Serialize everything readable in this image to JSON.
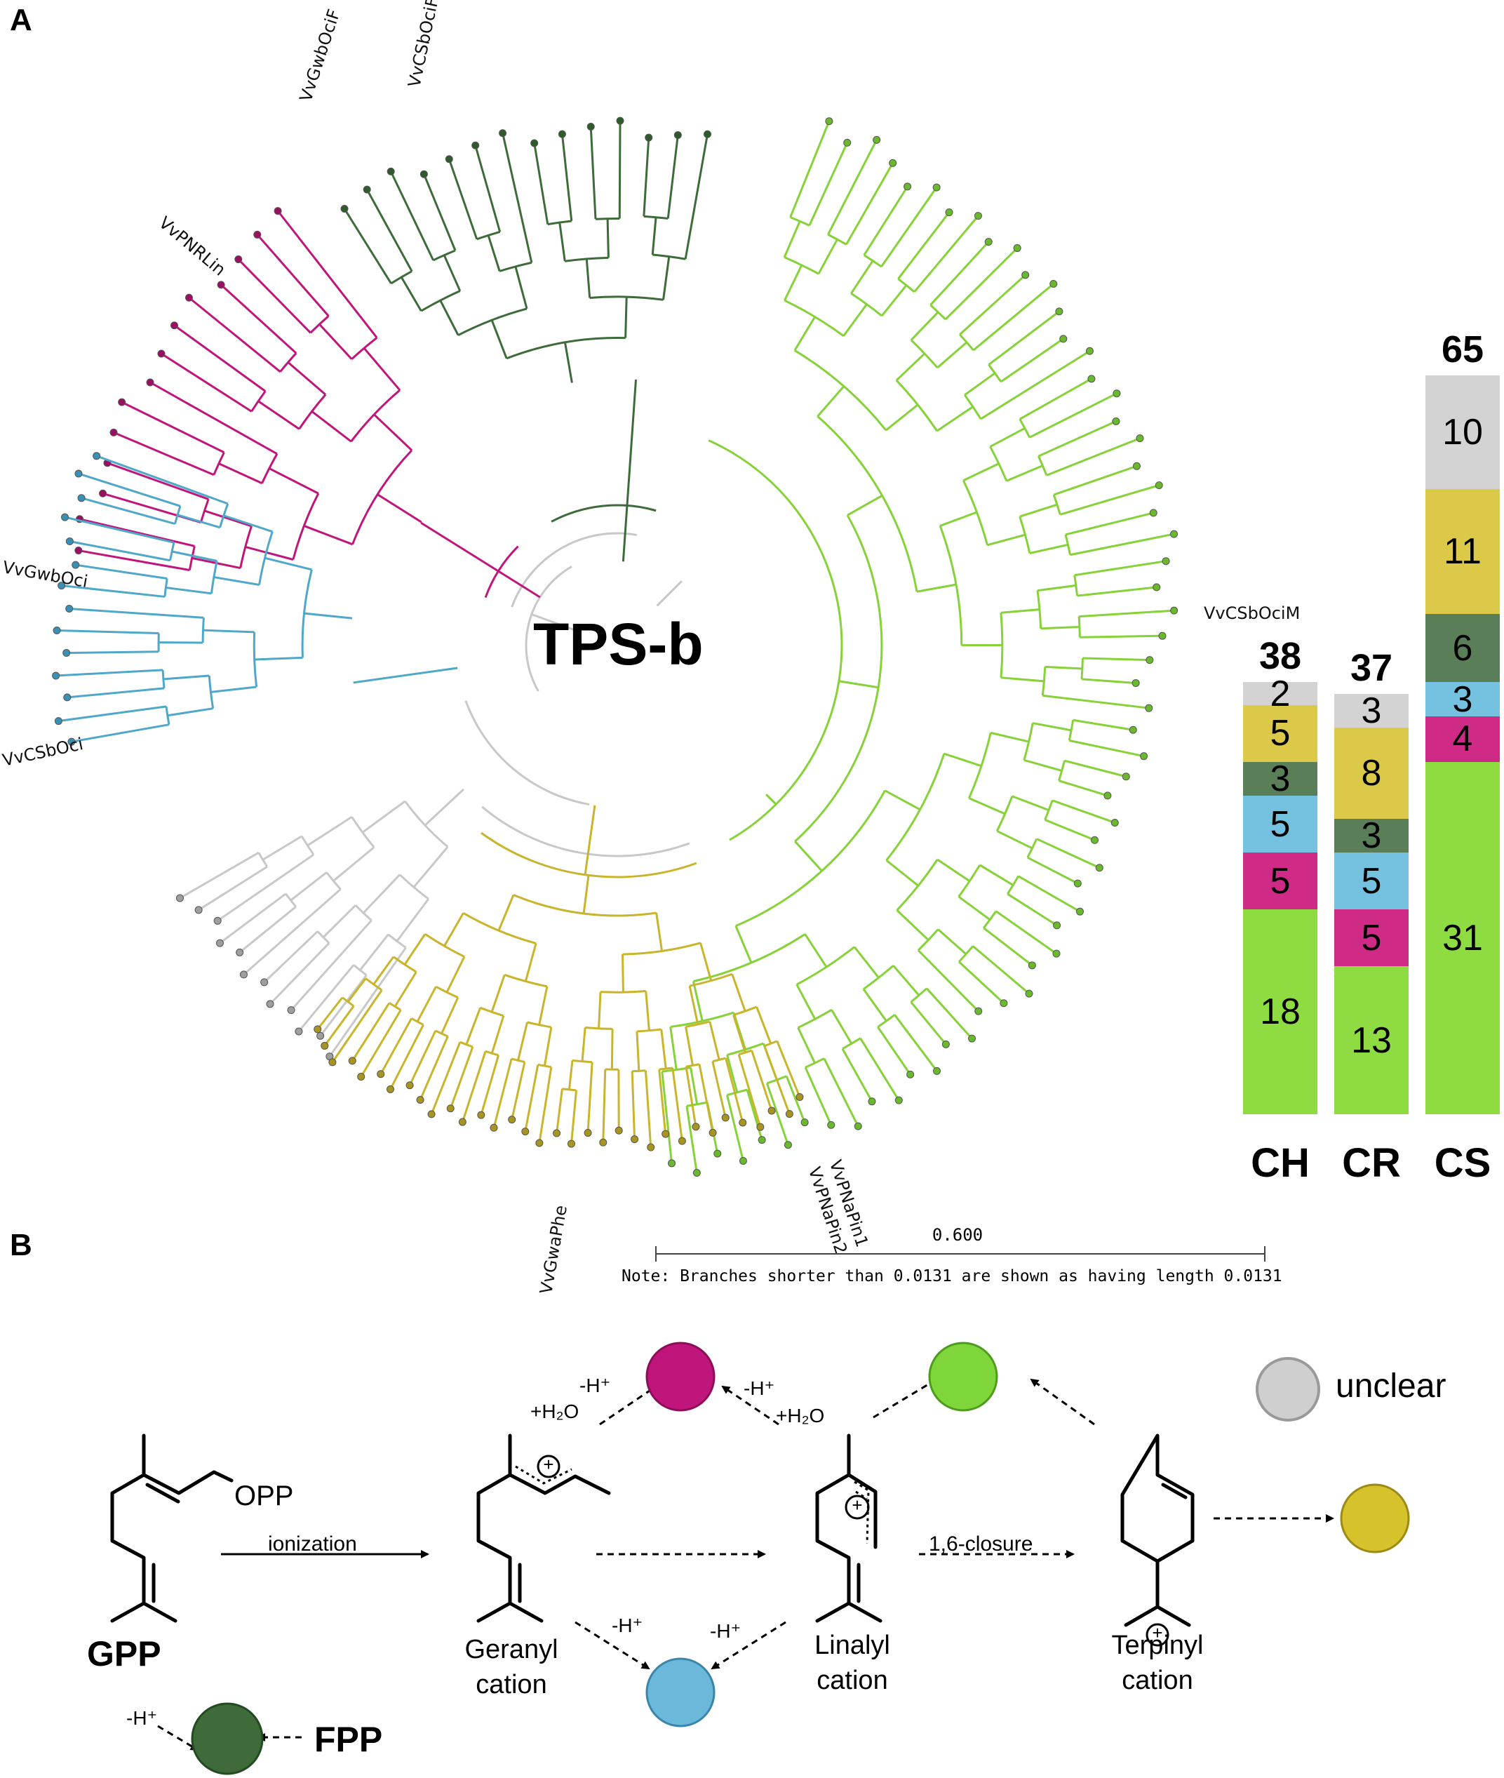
{
  "panels": {
    "a": "A",
    "b": "B"
  },
  "tree": {
    "center_label": "TPS-b",
    "leaf_labels": {
      "gwb_ocif": "VvGwbOciF",
      "csb_ocif": "VvCSbOciF",
      "pnr_lin": "VvPNRLin",
      "gwb_oci": "VvGwbOci",
      "csb_oci": "VvCSbOci",
      "csb_ocim": "VvCSbOciM",
      "gwa_phe": "VvGwaPhe",
      "pna_pin1": "VvPNaPin1",
      "pna_pin2": "VvPNaPin2"
    },
    "scale": {
      "value": "0.600",
      "note": "Note: Branches shorter than 0.0131 are shown as having length 0.0131"
    },
    "clade_colors": {
      "dark_green": "#3e6b3a",
      "light_green": "#86d238",
      "magenta": "#c0157a",
      "blue": "#4fa7c9",
      "gray": "#c8c8c8",
      "yellow": "#c9b52b"
    }
  },
  "chart_data": {
    "type": "bar",
    "stacked": true,
    "categories": [
      "CH",
      "CR",
      "CS"
    ],
    "totals": [
      38,
      37,
      65
    ],
    "series": [
      {
        "color": "#8fdc42",
        "values": [
          18,
          13,
          31
        ]
      },
      {
        "color": "#cf2a86",
        "values": [
          5,
          5,
          4
        ]
      },
      {
        "color": "#74c1e0",
        "values": [
          5,
          5,
          3
        ]
      },
      {
        "color": "#5a7e58",
        "values": [
          3,
          3,
          6
        ]
      },
      {
        "color": "#dcc94a",
        "values": [
          5,
          8,
          11
        ]
      },
      {
        "color": "#d3d3d3",
        "values": [
          2,
          3,
          10
        ]
      }
    ]
  },
  "scheme": {
    "gpp_label": "GPP",
    "opp_label": "OPP",
    "ionization": "ionization",
    "geranyl": [
      "Geranyl",
      "cation"
    ],
    "linalyl": [
      "Linalyl",
      "cation"
    ],
    "terpinyl": [
      "Terpinyl",
      "cation"
    ],
    "closure": "1,6-closure",
    "fpp_label": "FPP",
    "unclear_label": "unclear",
    "minus_h": "-H⁺",
    "plus_h2o": "+H₂O",
    "plus_sign": "+",
    "circle_colors": {
      "magenta": "#c0157a",
      "green": "#7ed63a",
      "gray": "#cfcfcf",
      "yellow": "#d6c32c",
      "blue": "#6bb8da",
      "dark_green": "#3f6a3a"
    }
  }
}
